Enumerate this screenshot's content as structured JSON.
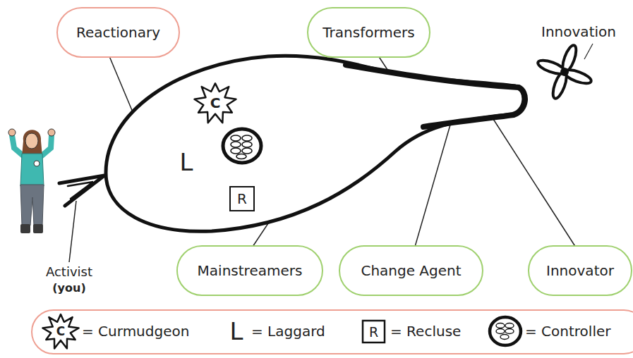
{
  "diagram": {
    "nodes": [
      {
        "text": [
          "Reactionary"
        ]
      },
      {
        "text": [
          "Transformers"
        ]
      },
      {
        "text": [
          "C"
        ]
      },
      {
        "text": [
          "R"
        ]
      },
      {
        "text": [
          "Mainstreamers"
        ]
      },
      {
        "text": [
          "Change Agent"
        ]
      },
      {
        "text": [
          "Innovator"
        ]
      }
    ],
    "labels": [
      "Innovation",
      "L",
      "Activist",
      "(you)",
      "C",
      "L",
      "R"
    ],
    "legend": [
      {
        "text": "= Curmudgeon"
      },
      {
        "text": "= Laggard"
      },
      {
        "text": "= Recluse"
      },
      {
        "text": "= Controller"
      }
    ]
  }
}
